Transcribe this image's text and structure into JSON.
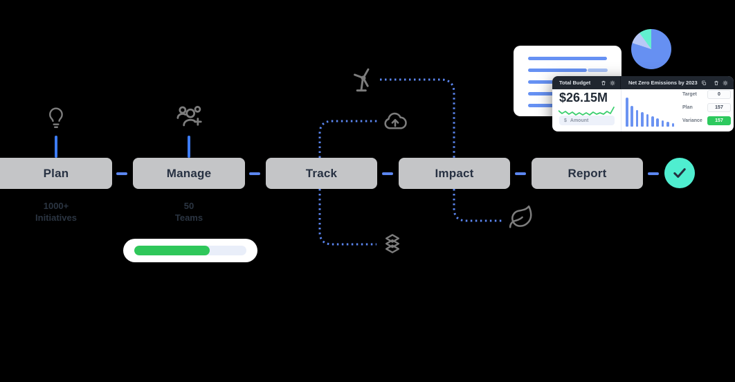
{
  "colors": {
    "background": "#000000",
    "stage_box": "#c4c5c7",
    "stage_text": "#273142",
    "connector_blue": "#5b86f0",
    "solid_blue": "#3d7cf4",
    "icon_gray": "#7d7d7d",
    "progress_green": "#2fc75a",
    "check_teal": "#4feed0",
    "badge_green": "#2dc95e",
    "doc_line_blue": "#6691f3",
    "doc_line_light": "#aac3f7",
    "header_dark": "#20262f"
  },
  "flow": {
    "stages": [
      {
        "label": "Plan"
      },
      {
        "label": "Manage"
      },
      {
        "label": "Track"
      },
      {
        "label": "Impact"
      },
      {
        "label": "Report"
      }
    ],
    "plan_stat": {
      "value": "1000+",
      "label": "Initiatives"
    },
    "manage_stat": {
      "value": "50",
      "label": "Teams"
    },
    "progress_percent": 67,
    "icons": [
      "lightbulb-icon",
      "team-add-icon",
      "wind-turbine-icon",
      "cloud-upload-icon",
      "layers-icon",
      "leaf-icon",
      "check-icon"
    ]
  },
  "doc_card": {
    "lines": [
      {
        "solid": 114
      },
      {
        "solid": 85,
        "light": 29
      },
      {
        "solid": 114
      },
      {
        "solid": 114
      },
      {
        "solid": 114
      }
    ]
  },
  "dashboard": {
    "header": {
      "left_title": "Total Budget",
      "right_title": "Net Zero Emissions by 2023",
      "left_icons": [
        "trash-icon",
        "gear-icon"
      ],
      "right_icons": [
        "copy-icon",
        "trash-icon",
        "gear-icon"
      ]
    },
    "budget": {
      "value": "$26.15M",
      "amount_prefix": "$",
      "amount_label": "Amount"
    },
    "fields": [
      {
        "label": "Target",
        "value": "0",
        "highlight": false
      },
      {
        "label": "Plan",
        "value": "157",
        "highlight": false
      },
      {
        "label": "Variance",
        "value": "157",
        "highlight": true
      }
    ]
  },
  "chart_data": [
    {
      "type": "bar",
      "title": "Net Zero Emissions by 2023",
      "values": [
        42,
        30,
        24,
        21,
        18,
        15,
        12,
        9,
        7,
        5
      ],
      "categories": [
        "",
        "",
        "",
        "",
        "",
        "",
        "",
        "",
        "",
        ""
      ],
      "ylabel": "",
      "xlabel": "",
      "note": "unlabeled declining mini bar chart, no axes shown",
      "bar_color": "#6b93f2"
    },
    {
      "type": "pie",
      "title": "",
      "slices": [
        {
          "label": "segment-main",
          "degrees": 288,
          "color": "#6690f2"
        },
        {
          "label": "segment-light-blue",
          "degrees": 36,
          "color": "#b9c9f6"
        },
        {
          "label": "segment-mint",
          "degrees": 36,
          "color": "#62efcf"
        }
      ]
    },
    {
      "type": "line",
      "title": "budget-sparkline",
      "color": "#3bcf6e",
      "points": [
        [
          0,
          8
        ],
        [
          5,
          12
        ],
        [
          10,
          9
        ],
        [
          15,
          13
        ],
        [
          20,
          10
        ],
        [
          25,
          14
        ],
        [
          30,
          11
        ],
        [
          35,
          14
        ],
        [
          40,
          11
        ],
        [
          45,
          14
        ],
        [
          50,
          10
        ],
        [
          55,
          13
        ],
        [
          60,
          11
        ],
        [
          65,
          13
        ],
        [
          70,
          9
        ],
        [
          75,
          12
        ],
        [
          80,
          3
        ]
      ]
    }
  ]
}
